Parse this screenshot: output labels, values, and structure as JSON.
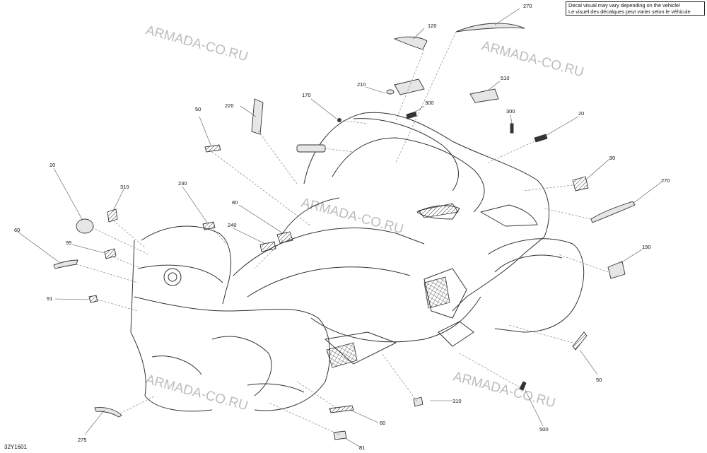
{
  "note": {
    "line1": "Decal visual may vary depending on the vehicle/",
    "line2": "Le visuel des décalques peut varier selon le véhicule"
  },
  "watermark": "ARMADA-CO.RU",
  "reference_code": "32Y1601",
  "callouts": [
    "270",
    "120",
    "210",
    "510",
    "170",
    "300",
    "300",
    "20",
    "220",
    "50",
    "90",
    "270",
    "20",
    "310",
    "230",
    "80",
    "240",
    "60",
    "95",
    "190",
    "91",
    "310",
    "50",
    "275",
    "60",
    "81",
    "500"
  ],
  "colors": {
    "line": "#333333",
    "leader": "#555555",
    "watermark": "#bdbdbd",
    "decal_fill": "#e6e6e6"
  }
}
